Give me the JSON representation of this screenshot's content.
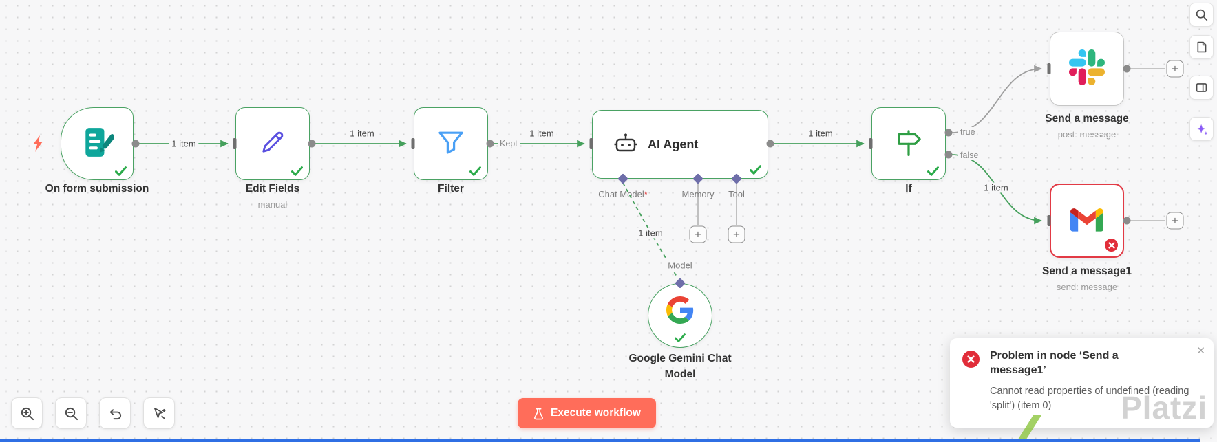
{
  "colors": {
    "success": "#45a05c",
    "error": "#e12d39",
    "accent": "#ff6d5a",
    "canvas": "#f7f7f8"
  },
  "nodes": {
    "form_trigger": {
      "label": "On form submission"
    },
    "edit_fields": {
      "label": "Edit Fields",
      "subtitle": "manual"
    },
    "filter": {
      "label": "Filter"
    },
    "ai_agent": {
      "label": "AI Agent",
      "chat_model_label": "Chat Model",
      "required_mark": "*",
      "memory_label": "Memory",
      "tool_label": "Tool"
    },
    "if_node": {
      "label": "If"
    },
    "slack": {
      "label": "Send a message",
      "subtitle": "post: message"
    },
    "gmail": {
      "label": "Send a message1",
      "subtitle": "send: message"
    },
    "gemini": {
      "label": "Google Gemini Chat Model",
      "port_label": "Model"
    }
  },
  "connections": {
    "form_to_edit": "1 item",
    "edit_to_filter": "1 item",
    "filter_branch": "Kept",
    "filter_to_agent": "1 item",
    "agent_to_if": "1 item",
    "if_true": "true",
    "if_false": "false",
    "if_false_items": "1 item",
    "gemini_items": "1 item"
  },
  "controls": {
    "execute_button": "Execute workflow"
  },
  "toast": {
    "title": "Problem in node ‘Send a message1’",
    "message": "Cannot read properties of undefined (reading 'split') (item 0)"
  },
  "watermark": "Platzi",
  "icons": {
    "plus": "+",
    "close": "✕"
  }
}
